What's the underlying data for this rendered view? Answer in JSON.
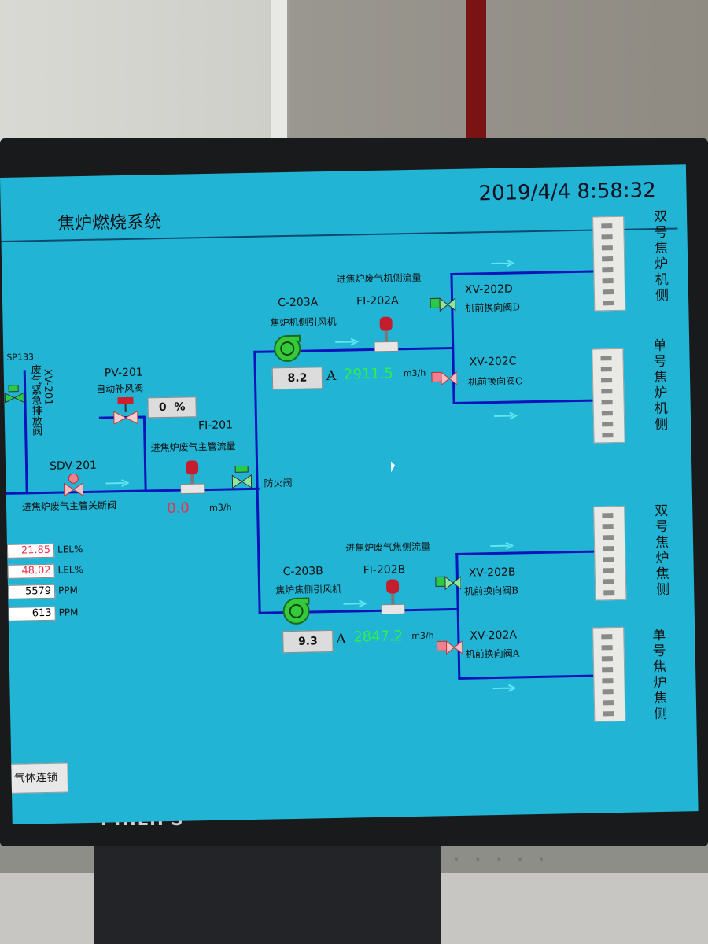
{
  "header": {
    "title": "焦炉燃烧系统",
    "datetime": "2019/4/4 8:58:32"
  },
  "brand": "PHILIPS",
  "left_panel": {
    "sp_tag": "SP133",
    "xv201_tag": "XV-201",
    "xv201_desc": "废气紧急排放阀",
    "pv201_tag": "PV-201",
    "pv201_desc": "自动补风阀",
    "pv201_value": "0",
    "pv201_unit": "%",
    "sdv201_tag": "SDV-201",
    "sdv201_desc": "进焦炉废气主管关断阀",
    "fi201_tag": "FI-201",
    "fi201_desc": "进焦炉废气主管流量",
    "fi201_value": "0.0",
    "fi201_unit": "m3/h",
    "fire_valve": "防火阀",
    "readings": [
      {
        "value": "21.85",
        "unit": "LEL%",
        "alarm": true
      },
      {
        "value": "48.02",
        "unit": "LEL%",
        "alarm": true
      },
      {
        "value": "5579",
        "unit": "PPM",
        "alarm": false
      },
      {
        "value": "613",
        "unit": "PPM",
        "alarm": false
      }
    ],
    "interlock_button": "气体连锁"
  },
  "machine_side": {
    "header_desc": "进焦炉废气机侧流量",
    "fan_tag": "C-203A",
    "fan_desc": "焦炉机侧引风机",
    "fan_current": "8.2",
    "fan_unit": "A",
    "meter_tag": "FI-202A",
    "flow_value": "2911.5",
    "flow_unit": "m3/h",
    "valve_d_tag": "XV-202D",
    "valve_d_desc": "机前换向阀D",
    "valve_c_tag": "XV-202C",
    "valve_c_desc": "机前换向阀C",
    "oven_upper": "双号焦炉机侧",
    "oven_lower": "单号焦炉机侧"
  },
  "coke_side": {
    "header_desc": "进焦炉废气焦侧流量",
    "fan_tag": "C-203B",
    "fan_desc": "焦炉焦侧引风机",
    "fan_current": "9.3",
    "fan_unit": "A",
    "meter_tag": "FI-202B",
    "flow_value": "2847.2",
    "flow_unit": "m3/h",
    "valve_b_tag": "XV-202B",
    "valve_b_desc": "机前换向阀B",
    "valve_a_tag": "XV-202A",
    "valve_a_desc": "机前换向阀A",
    "oven_upper": "双号焦炉焦侧",
    "oven_lower": "单号焦炉焦侧"
  },
  "colors": {
    "screen_bg": "#21b4d4",
    "pipe": "#0a14b8",
    "flow_text": "#2ef04a",
    "alarm_text": "#e8334a"
  }
}
